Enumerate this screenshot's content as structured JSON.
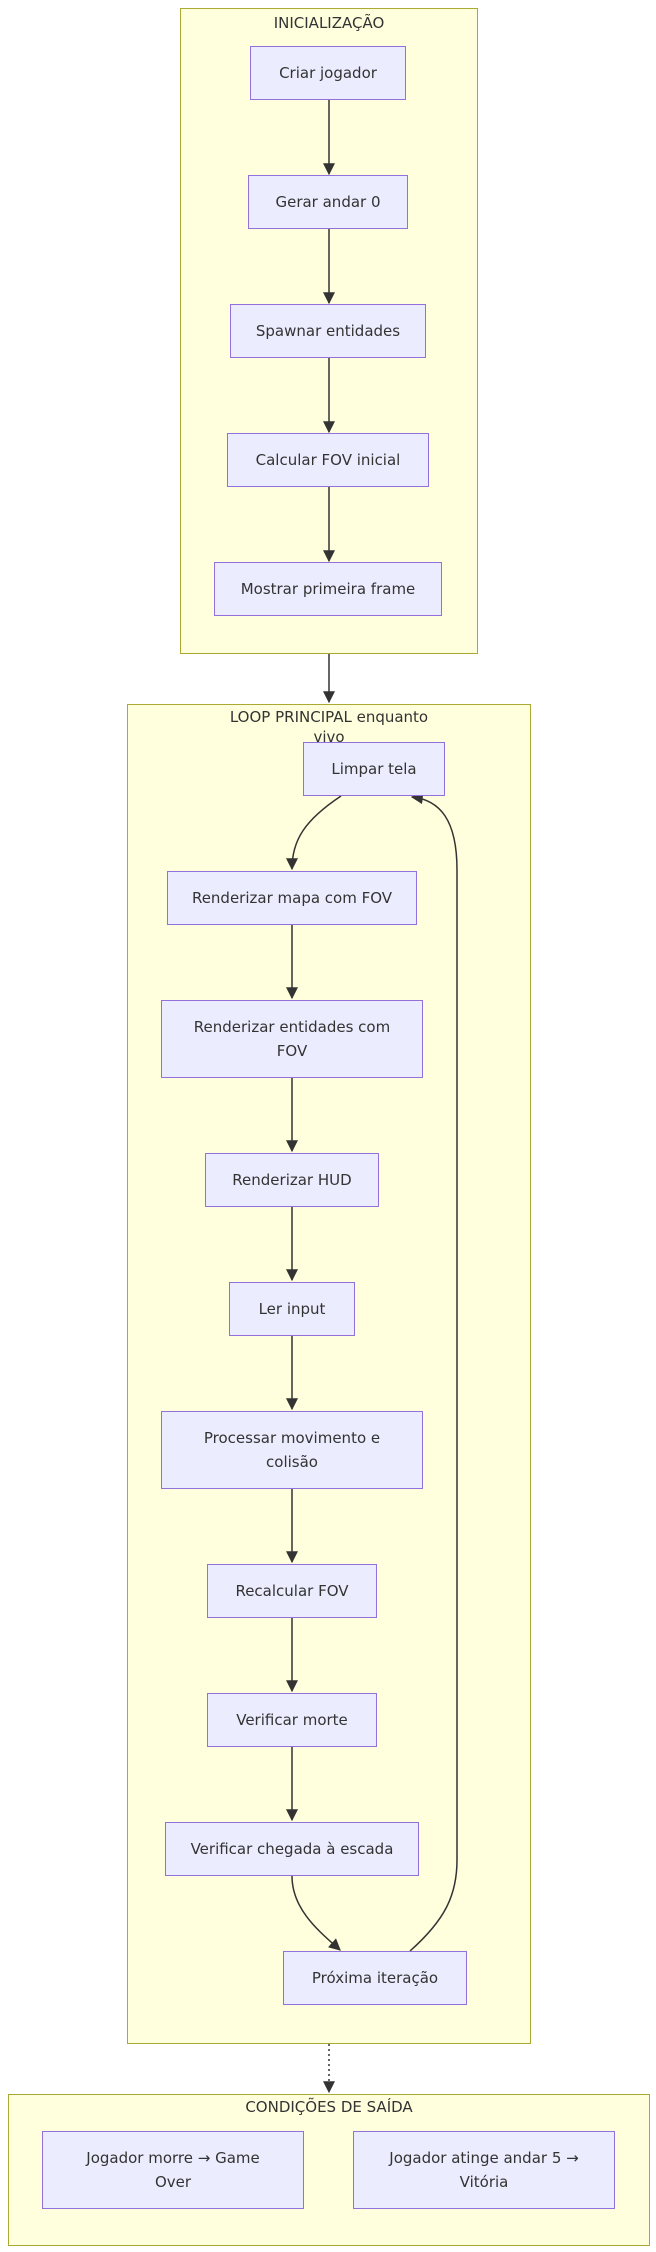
{
  "clusters": {
    "init": {
      "title": "INICIALIZAÇÃO"
    },
    "loop": {
      "title": "LOOP PRINCIPAL enquanto vivo"
    },
    "exit": {
      "title": "CONDIÇÕES DE SAÍDA"
    }
  },
  "nodes": {
    "criar_jogador": "Criar jogador",
    "gerar_andar": "Gerar andar 0",
    "spawnar": "Spawnar entidades",
    "calcular_fov": "Calcular FOV inicial",
    "mostrar_frame": "Mostrar primeira frame",
    "limpar_tela": "Limpar tela",
    "render_mapa": "Renderizar mapa com FOV",
    "render_entidades": "Renderizar entidades com FOV",
    "render_hud": "Renderizar HUD",
    "ler_input": "Ler input",
    "processar": "Processar movimento e colisão",
    "recalcular_fov": "Recalcular FOV",
    "verificar_morte": "Verificar morte",
    "verificar_escada": "Verificar chegada à escada",
    "proxima": "Próxima iteração",
    "game_over": "Jogador morre → Game Over",
    "vitoria": "Jogador atinge andar 5 → Vitória"
  }
}
